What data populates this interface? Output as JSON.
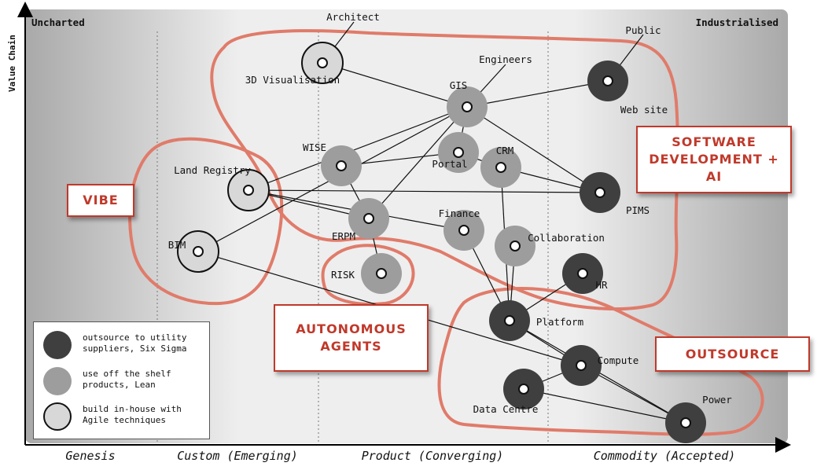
{
  "axes": {
    "y_label": "Value Chain",
    "top_left": "Uncharted",
    "top_right": "Industrialised",
    "stages": [
      "Genesis",
      "Custom (Emerging)",
      "Product (Converging)",
      "Commodity (Accepted)"
    ]
  },
  "colors": {
    "inhouse": "#d8d8d8",
    "off_shelf": "#9d9d9d",
    "outsource": "#3f3f3f",
    "region_stroke": "#e07b6a",
    "callout": "#c0392b"
  },
  "nodes": [
    {
      "id": "architect",
      "label": "Architect",
      "type": "none"
    },
    {
      "id": "viz3d",
      "label": "3D Visualisation",
      "type": "inhouse"
    },
    {
      "id": "engineers",
      "label": "Engineers",
      "type": "none"
    },
    {
      "id": "public",
      "label": "Public",
      "type": "none"
    },
    {
      "id": "gis",
      "label": "GIS",
      "type": "off_shelf"
    },
    {
      "id": "website",
      "label": "Web site",
      "type": "outsource"
    },
    {
      "id": "wise",
      "label": "WISE",
      "type": "off_shelf"
    },
    {
      "id": "portal",
      "label": "Portal",
      "type": "off_shelf"
    },
    {
      "id": "crm",
      "label": "CRM",
      "type": "off_shelf"
    },
    {
      "id": "landreg",
      "label": "Land Registry",
      "type": "inhouse"
    },
    {
      "id": "pims",
      "label": "PIMS",
      "type": "outsource"
    },
    {
      "id": "erpm",
      "label": "ERPM",
      "type": "off_shelf"
    },
    {
      "id": "finance",
      "label": "Finance",
      "type": "off_shelf"
    },
    {
      "id": "collab",
      "label": "Collaboration",
      "type": "off_shelf"
    },
    {
      "id": "bim",
      "label": "BIM",
      "type": "inhouse"
    },
    {
      "id": "risk",
      "label": "RISK",
      "type": "off_shelf"
    },
    {
      "id": "hr",
      "label": "HR",
      "type": "outsource"
    },
    {
      "id": "platform",
      "label": "Platform",
      "type": "outsource"
    },
    {
      "id": "compute",
      "label": "Compute",
      "type": "outsource"
    },
    {
      "id": "datacentre",
      "label": "Data Centre",
      "type": "outsource"
    },
    {
      "id": "power",
      "label": "Power",
      "type": "outsource"
    }
  ],
  "links": [
    [
      "architect",
      "viz3d"
    ],
    [
      "viz3d",
      "gis"
    ],
    [
      "engineers",
      "gis"
    ],
    [
      "public",
      "website"
    ],
    [
      "gis",
      "website"
    ],
    [
      "gis",
      "portal"
    ],
    [
      "gis",
      "landreg"
    ],
    [
      "gis",
      "erpm"
    ],
    [
      "gis",
      "pims"
    ],
    [
      "gis",
      "bim"
    ],
    [
      "wise",
      "portal"
    ],
    [
      "wise",
      "erpm"
    ],
    [
      "portal",
      "crm"
    ],
    [
      "crm",
      "pims"
    ],
    [
      "crm",
      "platform"
    ],
    [
      "landreg",
      "pims"
    ],
    [
      "landreg",
      "erpm"
    ],
    [
      "landreg",
      "finance"
    ],
    [
      "erpm",
      "risk"
    ],
    [
      "finance",
      "platform"
    ],
    [
      "collab",
      "platform"
    ],
    [
      "hr",
      "platform"
    ],
    [
      "platform",
      "compute"
    ],
    [
      "platform",
      "power"
    ],
    [
      "bim",
      "compute"
    ],
    [
      "compute",
      "datacentre"
    ],
    [
      "datacentre",
      "power"
    ],
    [
      "compute",
      "power"
    ]
  ],
  "callouts": [
    {
      "id": "vibe",
      "text": "VIBE"
    },
    {
      "id": "swdev",
      "text": "SOFTWARE DEVELOPMENT + AI"
    },
    {
      "id": "agents",
      "text": "AUTONOMOUS AGENTS"
    },
    {
      "id": "outsource",
      "text": "OUTSOURCE"
    }
  ],
  "legend": [
    {
      "type": "outsource",
      "text": "outsource to utility\nsuppliers, Six Sigma"
    },
    {
      "type": "off_shelf",
      "text": "use off the shelf\nproducts, Lean"
    },
    {
      "type": "inhouse",
      "text": "build in-house with\nAgile techniques"
    }
  ]
}
